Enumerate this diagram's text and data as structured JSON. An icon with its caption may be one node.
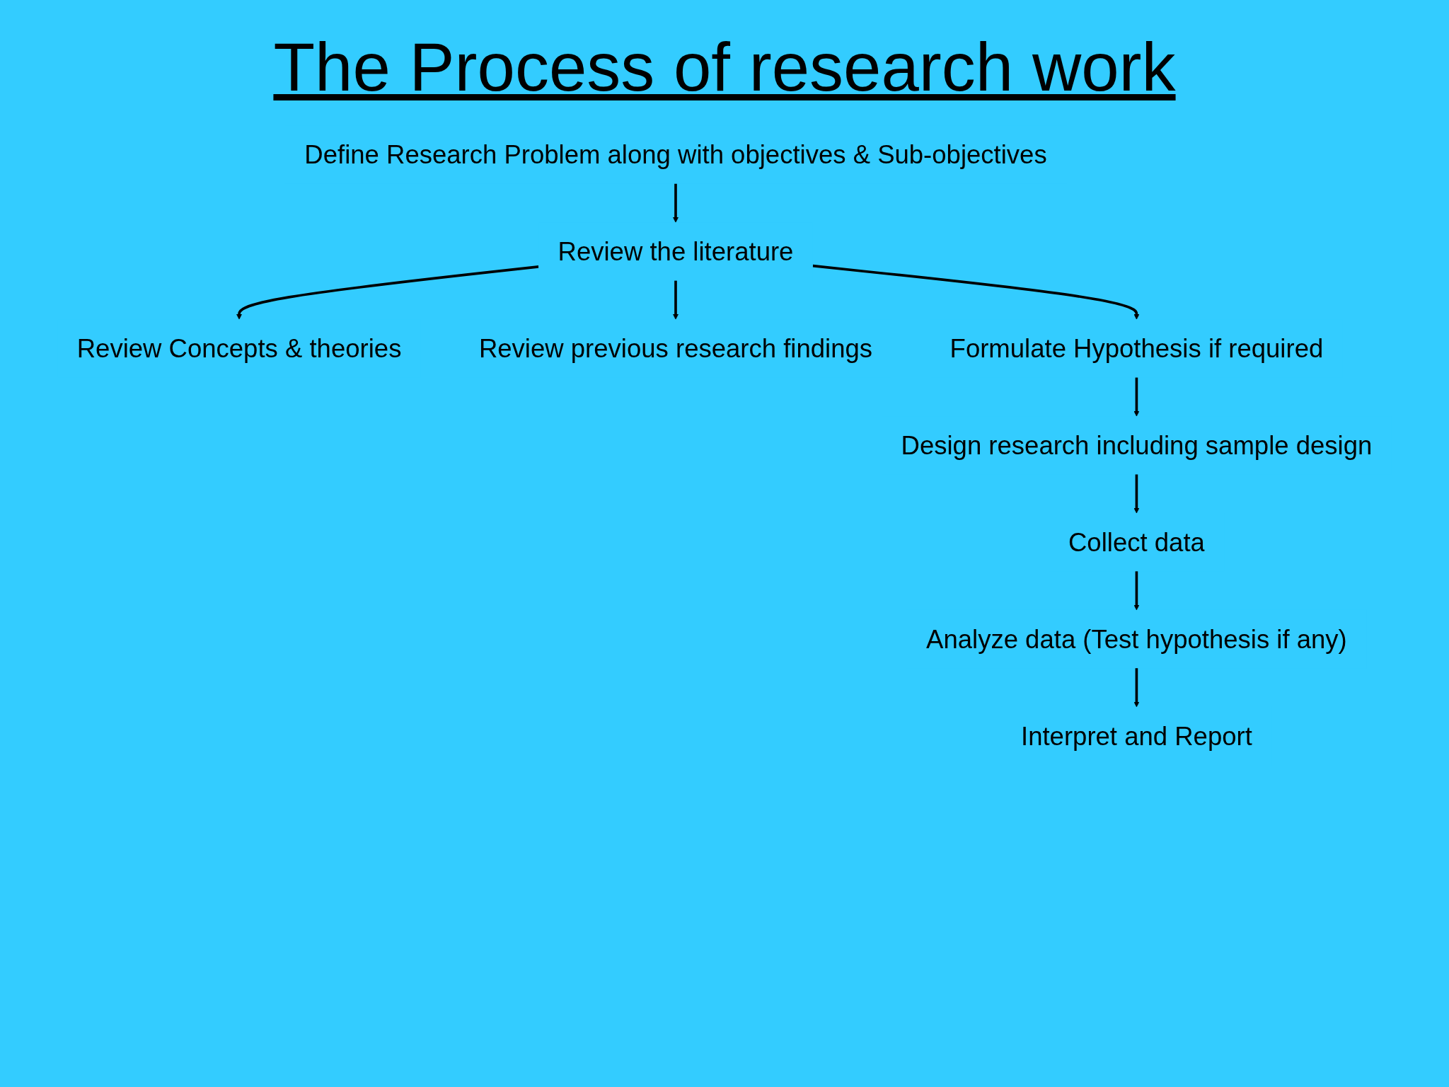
{
  "diagram": {
    "title": "The Process of research work",
    "nodes": [
      {
        "text": [
          "Define Research Problem along with objectives & Sub-objectives"
        ]
      },
      {
        "text": [
          "Review the literature"
        ]
      },
      {
        "text": [
          "Review Concepts & theories"
        ]
      },
      {
        "text": [
          "Review previous research findings"
        ]
      },
      {
        "text": [
          "Formulate Hypothesis if required"
        ]
      },
      {
        "text": [
          "Design research including sample design"
        ]
      },
      {
        "text": [
          "Collect data"
        ]
      },
      {
        "text": [
          "Analyze data (Test hypothesis if any)"
        ]
      },
      {
        "text": [
          "Interpret and Report"
        ]
      }
    ],
    "edges": [
      {
        "from": 0,
        "to": 1,
        "arrow": "to"
      },
      {
        "from": 1,
        "to": 2,
        "arrow": "to"
      },
      {
        "from": 1,
        "to": 3,
        "arrow": "to"
      },
      {
        "from": 1,
        "to": 4,
        "arrow": "to"
      },
      {
        "from": 4,
        "to": 5,
        "arrow": "to"
      },
      {
        "from": 5,
        "to": 6,
        "arrow": "to"
      },
      {
        "from": 6,
        "to": 7,
        "arrow": "to"
      },
      {
        "from": 7,
        "to": 8,
        "arrow": "to"
      }
    ]
  }
}
